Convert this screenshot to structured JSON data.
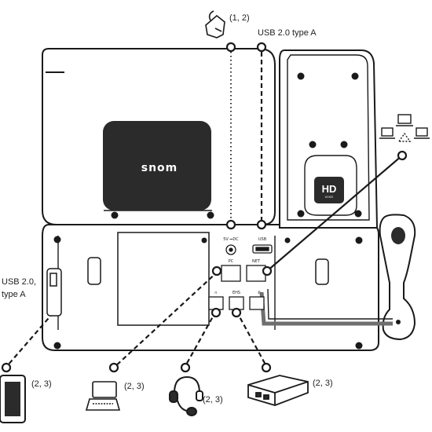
{
  "labels": {
    "power_notes": "(1, 2)",
    "usb_top": "USB 2.0 type A",
    "usb_left": "USB 2.0,\ntype A",
    "expansion_notes": "(2, 3)",
    "pc_notes": "(2, 3)",
    "headset_notes": "(2, 3)",
    "ehs_notes": "(2, 3)"
  },
  "phone": {
    "brand": "snom",
    "hd_badge": "HD",
    "hd_sub": "VOICE",
    "ports": {
      "power": "5V ⎓DC",
      "usb": "USB",
      "pc": "PC",
      "net": "NET",
      "headset": "∩",
      "ehs": "EHS",
      "handset": "✆"
    }
  },
  "colors": {
    "line": "#1a1a1a",
    "body_fill": "#ffffff",
    "dark_panel": "#2b2b2b",
    "cord": "#6f6f6f"
  },
  "icons": [
    "power-adapter-icon",
    "network-icon",
    "expansion-module-icon",
    "pc-icon",
    "headset-icon",
    "ehs-adapter-icon"
  ]
}
